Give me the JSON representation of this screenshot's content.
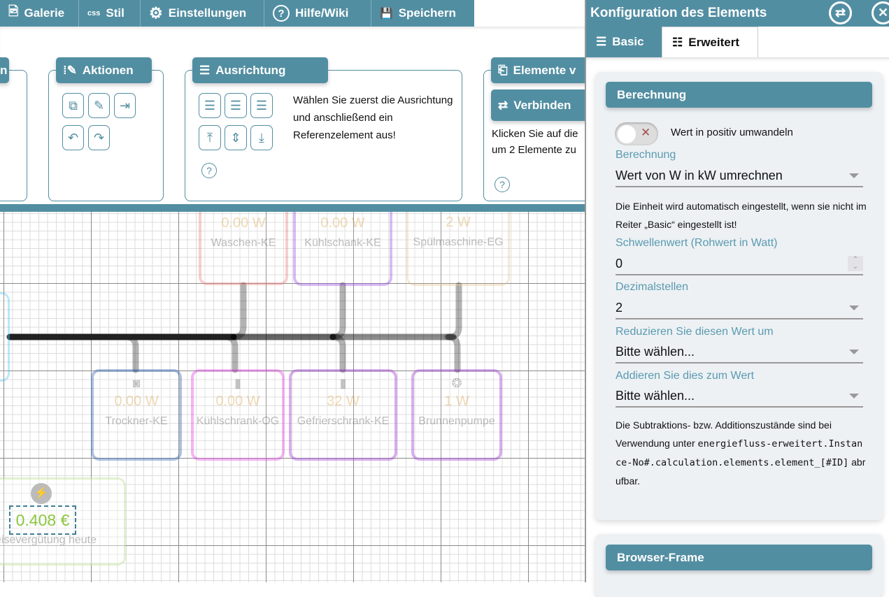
{
  "nav": [
    {
      "icon": "image-file-icon",
      "glyph": "🖻",
      "label": "Galerie"
    },
    {
      "icon": "css-icon",
      "glyph": "css",
      "label": "Stil"
    },
    {
      "icon": "gear-icon",
      "glyph": "⚙",
      "label": "Einstellungen"
    },
    {
      "icon": "help-icon",
      "glyph": "?",
      "label": "Hilfe/Wiki"
    },
    {
      "icon": "save-icon",
      "glyph": "💾",
      "label": "Speichern"
    }
  ],
  "toolbar": {
    "partial_header": "n",
    "aktionen": {
      "title": "Aktionen"
    },
    "ausrichtung": {
      "title": "Ausrichtung",
      "text": "Wählen Sie zuerst die Ausrichtung und anschließend ein Referenzelement aus!"
    },
    "elemente": {
      "title": "Elemente v",
      "verbinden": "Verbinden",
      "text": "Klicken Sie auf die um 2 Elemente zu"
    }
  },
  "canvas": {
    "nodes_top": [
      {
        "value": "0.00 W",
        "label": "Waschen-KE",
        "color": "#f08080"
      },
      {
        "value": "0.00 W",
        "label": "Kühlschank-KE",
        "color": "#9b4fe0"
      },
      {
        "value": "2 W",
        "label": "Spülmaschine-EG",
        "color": "#e8c890"
      }
    ],
    "nodes_bottom": [
      {
        "value": "0.00 W",
        "label": "Trockner-KE",
        "color": "#2a5db0"
      },
      {
        "value": "0.00 W",
        "label": "Kühlschrank-OG",
        "color": "#e040e0"
      },
      {
        "value": "32 W",
        "label": "Gefrierschrank-KE",
        "color": "#9b30d0"
      },
      {
        "value": "1 W",
        "label": "Brunnenpumpe",
        "color": "#9b30d0"
      }
    ],
    "price": {
      "value": "0.408 €",
      "label": "eisevergütung heute",
      "color": "#8cc63f"
    }
  },
  "panel": {
    "title": "Konfiguration des Elements",
    "tabs": {
      "basic": "Basic",
      "erweitert": "Erweitert"
    },
    "berechnung": {
      "title": "Berechnung",
      "toggle_label": "Wert in positiv umwandeln",
      "toggle_on": false,
      "calc_label": "Berechnung",
      "calc_value": "Wert von W in kW umrechnen",
      "unit_note": "Die Einheit wird automatisch eingestellt, wenn sie nicht im Reiter „Basic“ eingestellt ist!",
      "threshold_label": "Schwellenwert (Rohwert in Watt)",
      "threshold_value": "0",
      "decimals_label": "Dezimalstellen",
      "decimals_value": "2",
      "reduce_label": "Reduzieren Sie diesen Wert um",
      "reduce_value": "Bitte wählen...",
      "add_label": "Addieren Sie dies zum Wert",
      "add_value": "Bitte wählen...",
      "note_a": "Die Subtraktions- bzw. Additionszustände sind bei Verwendung unter ",
      "note_code": "energiefluss-erweitert.Instance-No#.calculation.elements.element_[#ID]",
      "note_b": " abrufbar."
    },
    "browser_frame": {
      "title": "Browser-Frame"
    }
  },
  "colors": {
    "accent": "#528ea2"
  }
}
